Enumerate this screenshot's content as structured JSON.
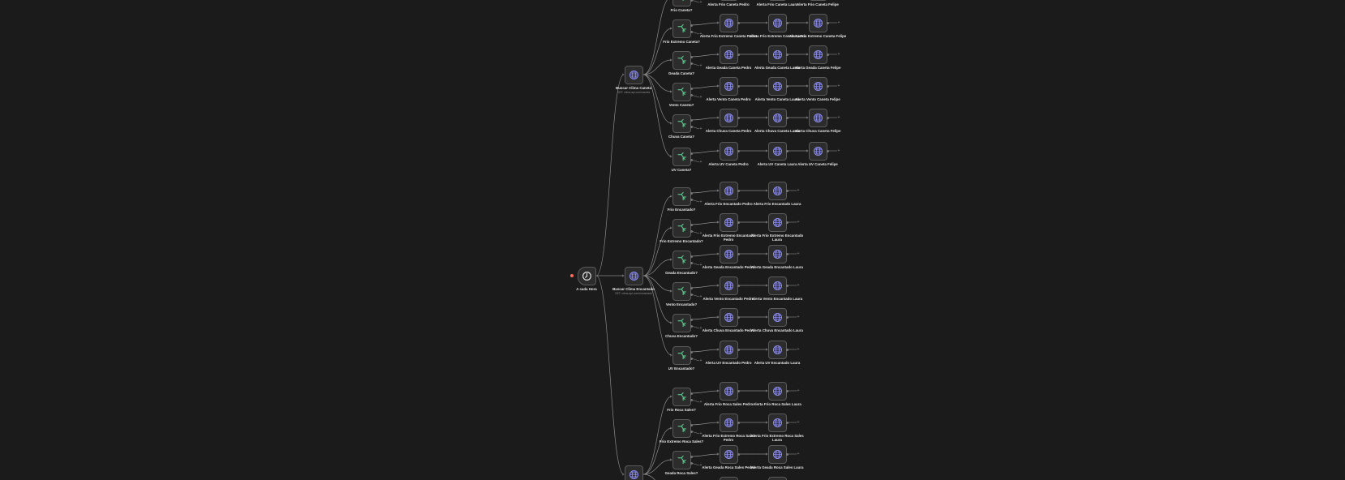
{
  "colors": {
    "background": "#1b1b1b",
    "node_bg": "#2c2c2c",
    "node_border": "#5a5a5a",
    "edge": "#8a8a8a",
    "if_icon": "#5bc48a",
    "http_icon": "#8b8bf0",
    "trigger_accent": "#ff6d5a",
    "label": "#e6e6e6"
  },
  "icons": {
    "trigger": "clock-icon",
    "fetch": "globe-icon",
    "condition": "branch-icon",
    "alert": "globe-icon"
  },
  "trigger": {
    "label": "A cada Hora"
  },
  "groups": [
    {
      "fetch": {
        "label": "Buscar Clima Caneta",
        "sub": "GET: clima.api.com/caneta"
      },
      "conditions": [
        {
          "label": "Frio Caneta?",
          "alerts": [
            {
              "label": "Alerta Frio Caneta Pedro"
            },
            {
              "label": "Alerta Frio Caneta Laura"
            },
            {
              "label": "Alerta Frio Caneta Felipe"
            }
          ]
        },
        {
          "label": "Frio Extremo Caneta?",
          "alerts": [
            {
              "label": "Alerta Frio Extremo Caneta Pedro"
            },
            {
              "label": "Alerta Frio Extremo Caneta Laura"
            },
            {
              "label": "Alerta Frio Extremo Caneta Felipe"
            }
          ]
        },
        {
          "label": "Geada Caneta?",
          "alerts": [
            {
              "label": "Alerta Geada Caneta Pedro"
            },
            {
              "label": "Alerta Geada Caneta Laura"
            },
            {
              "label": "Alerta Geada Caneta Felipe"
            }
          ]
        },
        {
          "label": "Vento Caneta?",
          "alerts": [
            {
              "label": "Alerta Vento Caneta Pedro"
            },
            {
              "label": "Alerta Vento Caneta Laura"
            },
            {
              "label": "Alerta Vento Caneta Felipe"
            }
          ]
        },
        {
          "label": "Chuva Caneta?",
          "alerts": [
            {
              "label": "Alerta Chuva Caneta Pedro"
            },
            {
              "label": "Alerta Chuva Caneta Laura"
            },
            {
              "label": "Alerta Chuva Caneta Felipe"
            }
          ]
        },
        {
          "label": "UV Caneta?",
          "alerts": [
            {
              "label": "Alerta UV Caneta Pedro"
            },
            {
              "label": "Alerta UV Caneta Laura"
            },
            {
              "label": "Alerta UV Caneta Felipe"
            }
          ]
        }
      ]
    },
    {
      "fetch": {
        "label": "Buscar Clima Encantado",
        "sub": "GET: clima.api.com/encantado"
      },
      "conditions": [
        {
          "label": "Frio Encantado?",
          "alerts": [
            {
              "label": "Alerta Frio Encantado Pedro"
            },
            {
              "label": "Alerta Frio Encantado Laura"
            }
          ]
        },
        {
          "label": "Frio Extremo Encantado?",
          "alerts": [
            {
              "label": "Alerta Frio Extremo Encantado Pedro"
            },
            {
              "label": "Alerta Frio Extremo Encantado Laura"
            }
          ]
        },
        {
          "label": "Geada Encantado?",
          "alerts": [
            {
              "label": "Alerta Geada Encantado Pedro"
            },
            {
              "label": "Alerta Geada Encantado Laura"
            }
          ]
        },
        {
          "label": "Vento Encantado?",
          "alerts": [
            {
              "label": "Alerta Vento Encantado Pedro"
            },
            {
              "label": "Alerta Vento Encantado Laura"
            }
          ]
        },
        {
          "label": "Chuva Encantado?",
          "alerts": [
            {
              "label": "Alerta Chuva Encantado Pedro"
            },
            {
              "label": "Alerta Chuva Encantado Laura"
            }
          ]
        },
        {
          "label": "UV Encantado?",
          "alerts": [
            {
              "label": "Alerta UV Encantado Pedro"
            },
            {
              "label": "Alerta UV Encantado Laura"
            }
          ]
        }
      ]
    },
    {
      "fetch": {
        "label": "",
        "sub": ""
      },
      "conditions": [
        {
          "label": "Frio Roca Sales?",
          "alerts": [
            {
              "label": "Alerta Frio Roca Sales Pedro"
            },
            {
              "label": "Alerta Frio Roca Sales Laura"
            }
          ]
        },
        {
          "label": "Frio Extremo Roca Sales?",
          "alerts": [
            {
              "label": "Alerta Frio Extremo Roca Sales Pedro"
            },
            {
              "label": "Alerta Frio Extremo Roca Sales Laura"
            }
          ]
        },
        {
          "label": "Geada Roca Sales?",
          "alerts": [
            {
              "label": "Alerta Geada Roca Sales Pedro"
            },
            {
              "label": "Alerta Geada Roca Sales Laura"
            }
          ]
        },
        {
          "label": "",
          "alerts": [
            {
              "label": ""
            },
            {
              "label": ""
            }
          ]
        }
      ]
    }
  ]
}
